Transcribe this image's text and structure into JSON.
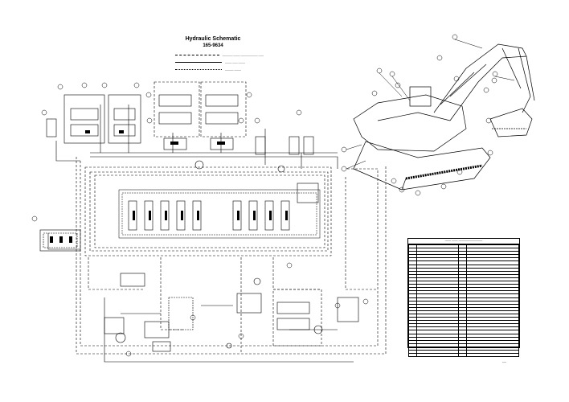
{
  "title": "Hydraulic Schematic",
  "part_number": "165-9634",
  "legend_lines": [
    {
      "style": "dashed",
      "label": "────── ──── ────────── ───"
    },
    {
      "style": "solid",
      "label": "──── ─── ────"
    },
    {
      "style": "dotted",
      "label": "───── ────"
    }
  ],
  "parts_table_title": "─── ─── ────────────",
  "parts_table_rows": 34,
  "page_number": "──"
}
